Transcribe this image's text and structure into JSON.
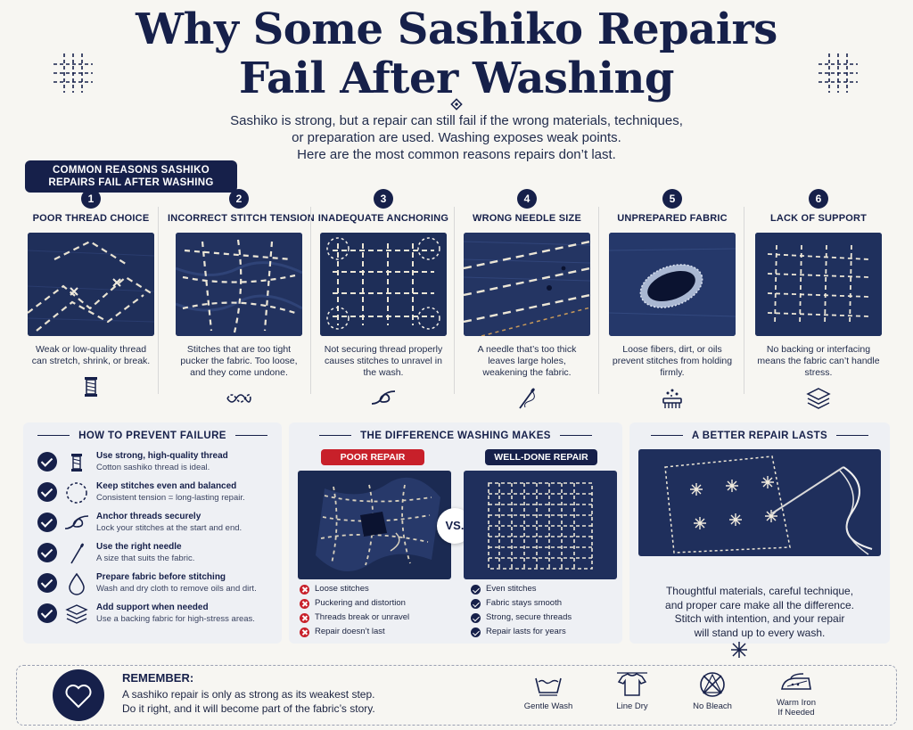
{
  "header": {
    "title_line1": "Why Some Sashiko Repairs",
    "title_line2": "Fail After Washing",
    "subtitle_line1": "Sashiko is strong, but a repair can still fail if the wrong materials, techniques,",
    "subtitle_line2": "or preparation are used. Washing exposes weak points.",
    "subtitle_line3": "Here are the most common reasons repairs don’t last."
  },
  "reasons_tab": {
    "line1": "COMMON REASONS SASHIKO",
    "line2": "REPAIRS FAIL AFTER WASHING"
  },
  "reasons": [
    {
      "num": "1",
      "title": "POOR THREAD CHOICE",
      "desc": "Weak or low-quality thread can stretch, shrink, or break.",
      "icon": "thread-spool-icon"
    },
    {
      "num": "2",
      "title": "INCORRECT STITCH TENSION",
      "desc": "Stitches that are too tight pucker the fabric. Too loose, and they come undone.",
      "icon": "wavy-stitch-icon"
    },
    {
      "num": "3",
      "title": "INADEQUATE ANCHORING",
      "desc": "Not securing thread properly causes stitches to unravel in the wash.",
      "icon": "knot-icon"
    },
    {
      "num": "4",
      "title": "WRONG NEEDLE SIZE",
      "desc": "A needle that’s too thick leaves large holes, weakening the fabric.",
      "icon": "needle-icon"
    },
    {
      "num": "5",
      "title": "UNPREPARED FABRIC",
      "desc": "Loose fibers, dirt, or oils prevent stitches from holding firmly.",
      "icon": "brush-icon"
    },
    {
      "num": "6",
      "title": "LACK OF SUPPORT",
      "desc": "No backing or interfacing means the fabric can’t handle stress.",
      "icon": "layers-icon"
    }
  ],
  "prevent": {
    "heading": "HOW TO PREVENT FAILURE",
    "items": [
      {
        "title": "Use strong, high-quality thread",
        "sub": "Cotton sashiko thread is ideal.",
        "icon": "thread-spool-icon"
      },
      {
        "title": "Keep stitches even and balanced",
        "sub": "Consistent tension = long-lasting repair.",
        "icon": "dashed-circle-icon"
      },
      {
        "title": "Anchor threads securely",
        "sub": "Lock your stitches at the start and end.",
        "icon": "knot-icon"
      },
      {
        "title": "Use the right needle",
        "sub": "A size that suits the fabric.",
        "icon": "needle-icon"
      },
      {
        "title": "Prepare fabric before stitching",
        "sub": "Wash and dry cloth to remove oils and dirt.",
        "icon": "water-drop-icon"
      },
      {
        "title": "Add support when needed",
        "sub": "Use a backing fabric for high-stress areas.",
        "icon": "layers-icon"
      }
    ]
  },
  "difference": {
    "heading": "THE DIFFERENCE WASHING MAKES",
    "poor_label": "POOR REPAIR",
    "good_label": "WELL-DONE REPAIR",
    "vs": "VS.",
    "poor_points": [
      "Loose stitches",
      "Puckering and distortion",
      "Threads break or unravel",
      "Repair doesn’t last"
    ],
    "good_points": [
      "Even stitches",
      "Fabric stays smooth",
      "Strong, secure threads",
      "Repair lasts for years"
    ]
  },
  "better": {
    "heading": "A BETTER REPAIR LASTS",
    "line1": "Thoughtful materials, careful technique,",
    "line2": "and proper care make all the difference.",
    "line3": "Stitch with intention, and your repair",
    "line4": "will stand up to every wash."
  },
  "remember": {
    "title": "REMEMBER:",
    "line1": "A sashiko repair is only as strong as its weakest step.",
    "line2": "Do it right, and it will become part of the fabric’s story."
  },
  "care": [
    {
      "label": "Gentle Wash",
      "icon": "gentle-wash-icon"
    },
    {
      "label": "Line Dry",
      "icon": "line-dry-shirt-icon"
    },
    {
      "label": "No Bleach",
      "icon": "no-bleach-icon"
    },
    {
      "label_line1": "Warm Iron",
      "label_line2": "If Needed",
      "icon": "warm-iron-icon"
    }
  ],
  "colors": {
    "navy": "#16204a",
    "denim": "#1e2d55",
    "red": "#c8202a",
    "background": "#f7f6f2"
  }
}
